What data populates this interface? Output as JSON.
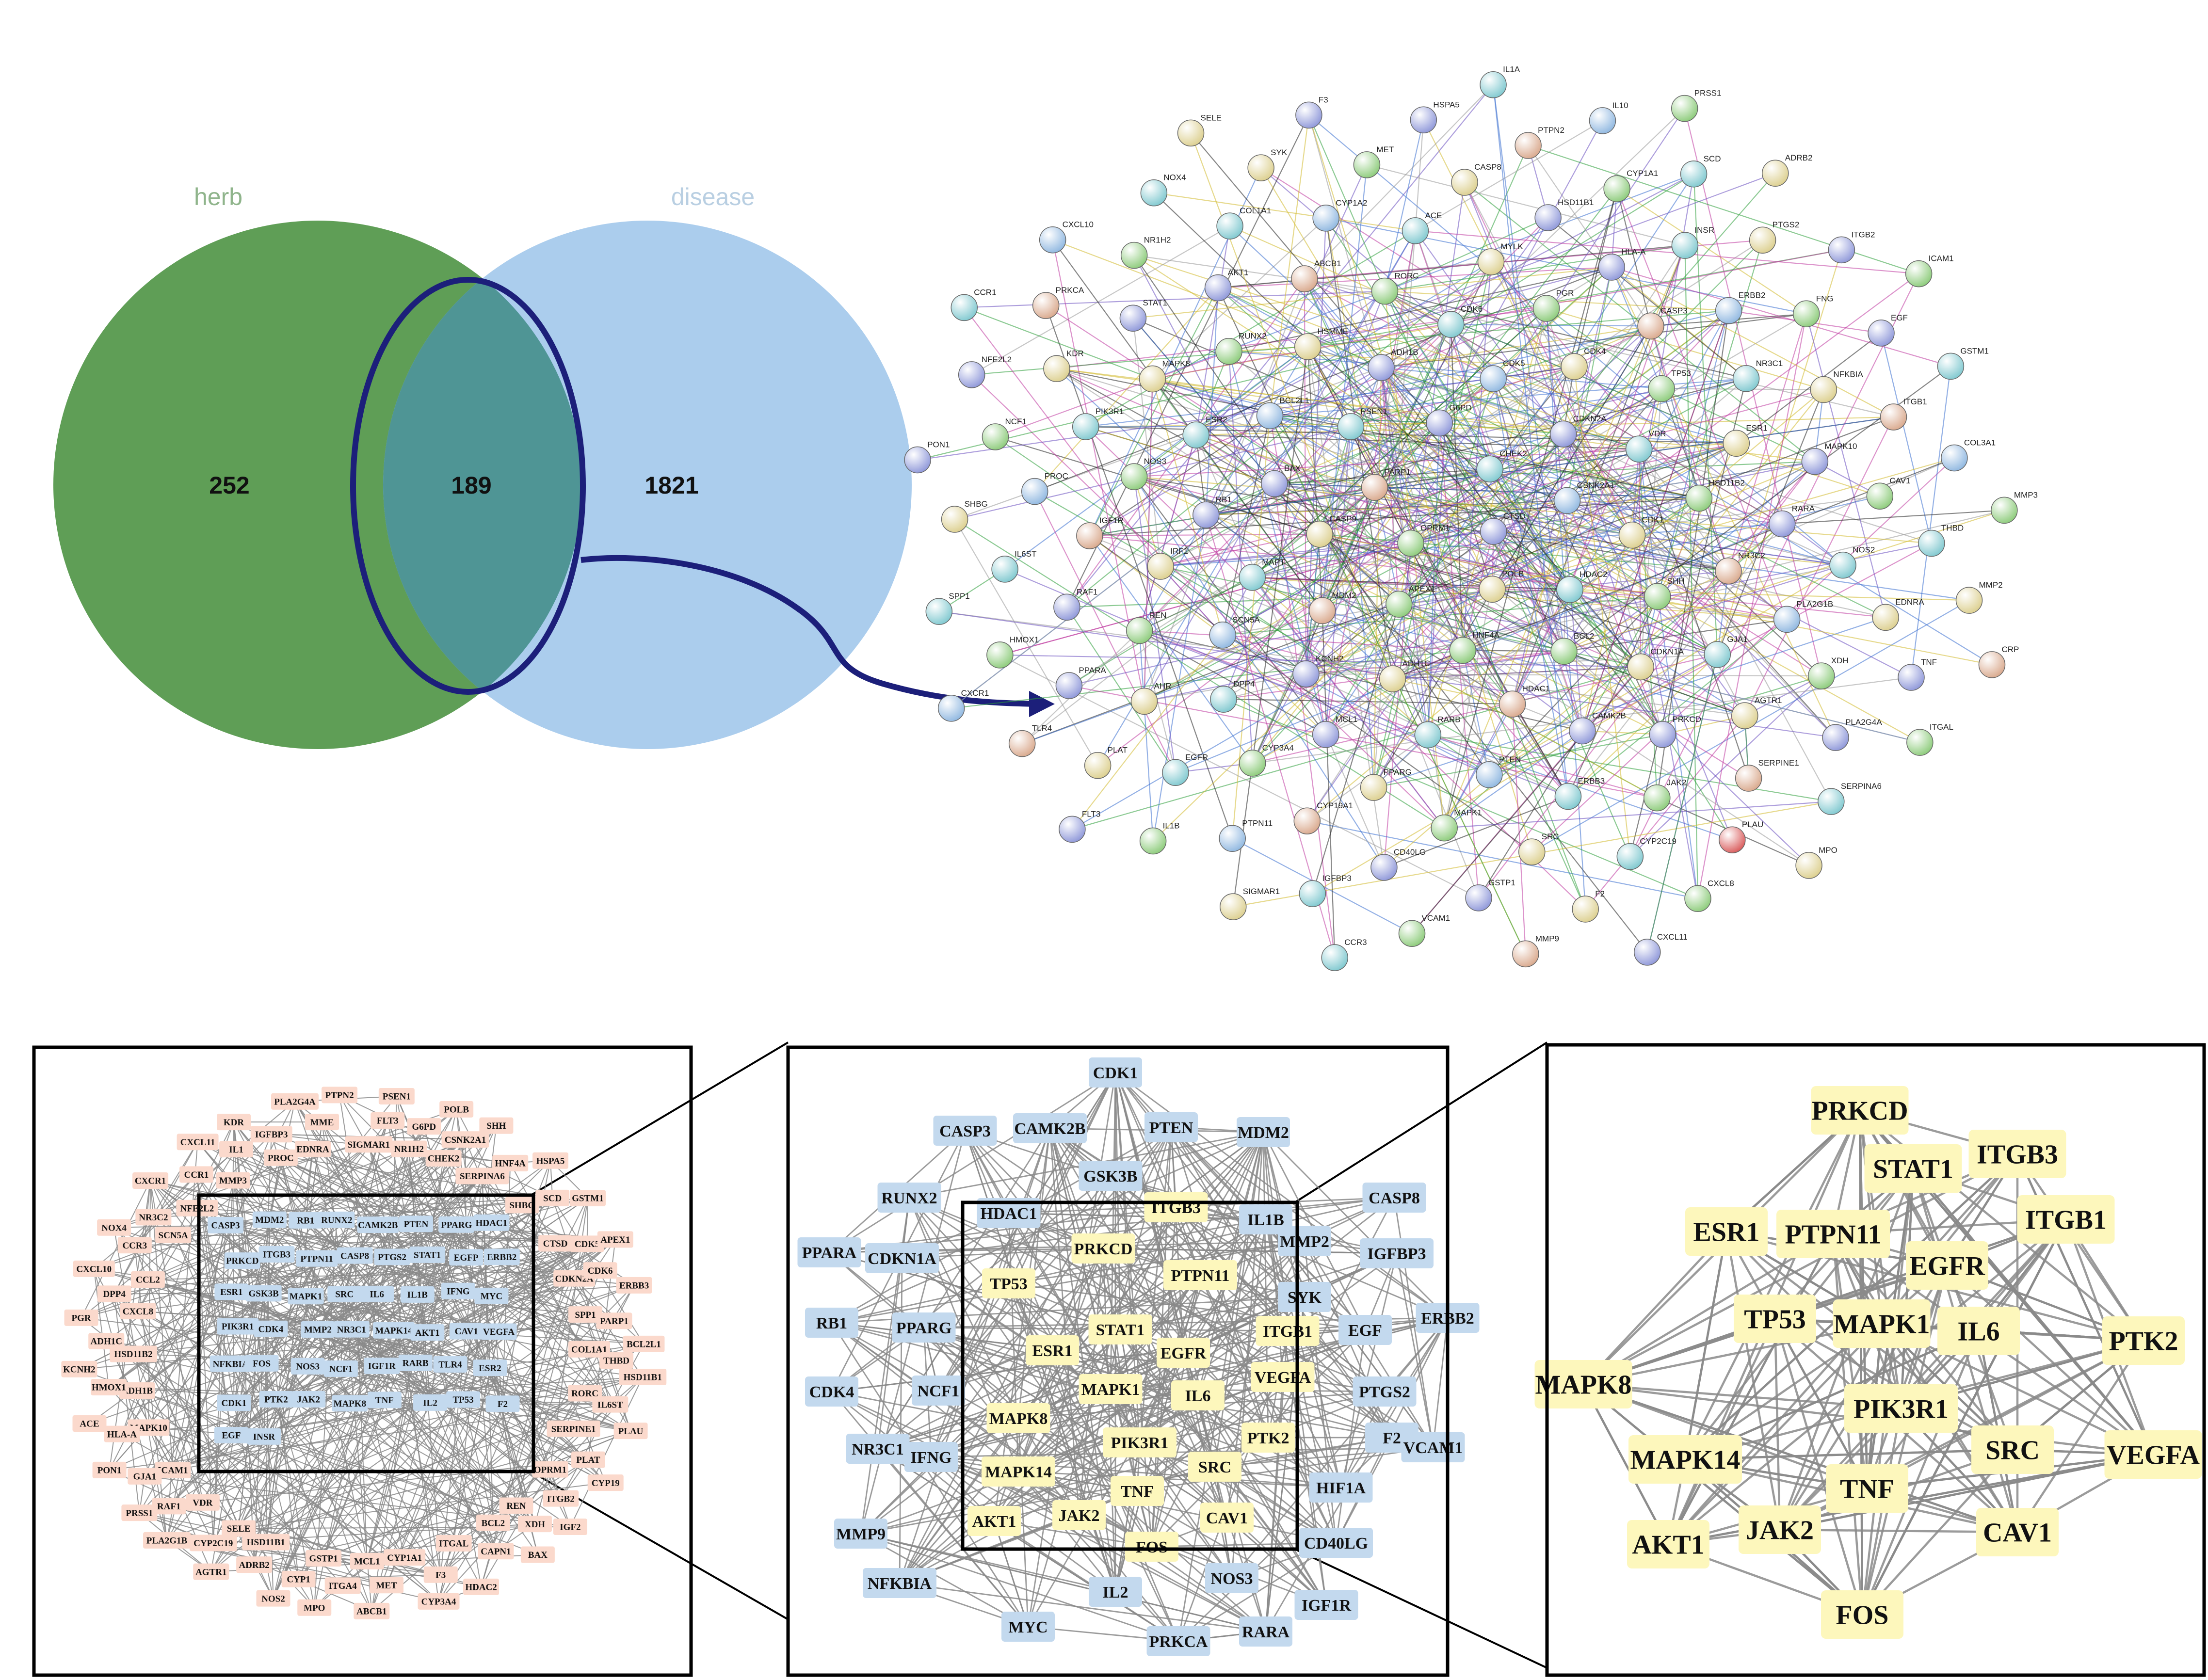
{
  "venn": {
    "left_label": "herb",
    "right_label": "disease",
    "left_only": "252",
    "overlap": "189",
    "right_only": "1821",
    "colors": {
      "left": "#5f9e56",
      "right": "#a8cbec",
      "overlap": "#4f9595",
      "outline": "#1c1f7a",
      "label_left": "#8fb48b",
      "label_right": "#b9cfe2"
    }
  },
  "string_network": {
    "labels": [
      "CTSD",
      "OPRM1",
      "CHEK2",
      "POLB",
      "PARP1",
      "CSNK2A1",
      "APEX1",
      "G6PD",
      "HDAC2",
      "CASP9",
      "CDKN2A",
      "HNF4A",
      "PSEN1",
      "CDK1",
      "MDM2",
      "CDK5",
      "BCL2",
      "BAX",
      "VDR",
      "ADH1C",
      "ADH1B",
      "SHH",
      "MAPT",
      "CDK4",
      "HDAC1",
      "BCL2L1",
      "HSD11B2",
      "KCNH2",
      "CDK6",
      "CDKN1A",
      "RB1",
      "TP53",
      "RARB",
      "HSMME",
      "NR3C2",
      "SCN5A",
      "PGR",
      "CAMK2B",
      "ESR2",
      "ESR1",
      "MCL1",
      "RORC",
      "GJA1",
      "IRF1",
      "CASP3",
      "PTEN",
      "RUNX2",
      "RARA",
      "DPP4",
      "MYLK",
      "PRKCD",
      "NOS3",
      "NR3C1",
      "PPARG",
      "ABCB1",
      "PLA2G1B",
      "REN",
      "HLA-A",
      "ERBB3",
      "MAPK8",
      "MAPK10",
      "CYP3A4",
      "ACE",
      "AGTR1",
      "IGF1R",
      "ERBB2",
      "MAPK1",
      "AKT1",
      "NOS2",
      "AHR",
      "HSD11B1",
      "JAK2",
      "PIK3R1",
      "NFKBIA",
      "CYP19A1",
      "CYP1A2",
      "XDH",
      "RAF1",
      "INSR",
      "SRC",
      "STAT1",
      "CAV1",
      "EGFR",
      "CASP8",
      "SERPINE1",
      "PROC",
      "FNG",
      "CD40LG",
      "COL1A1",
      "EDNRA",
      "PPARA",
      "CYP1A1",
      "CYP2C19",
      "KDR",
      "ITGB1",
      "PTPN11",
      "MET",
      "PLA2G4A",
      "IL6ST",
      "PTGS2",
      "GSTP1",
      "NR1H2",
      "THBD",
      "PLAT",
      "PTPN2",
      "PLAU",
      "NCF1",
      "EGF",
      "IGFBP3",
      "SYK",
      "TNF",
      "HMOX1",
      "SCD",
      "F2",
      "PRKCA",
      "COL3A1",
      "IL1B",
      "HSPA5",
      "SERPINA6",
      "SHBG",
      "ITGB2",
      "VCAM1",
      "NOX4",
      "MMP2",
      "TLR4",
      "IL10",
      "CXCL8",
      "NFE2L2",
      "GSTM1",
      "SIGMAR1",
      "F3",
      "ITGAL",
      "SPP1",
      "ADRB2",
      "MMP9",
      "CXCL10",
      "MMP3",
      "FLT3",
      "IL1A",
      "MPO",
      "PON1",
      "ICAM1",
      "CCR3",
      "SELE",
      "CRP",
      "CXCR1",
      "PRSS1",
      "CXCL11",
      "CCR1"
    ]
  },
  "cytoscape_full": {
    "core_labels": [
      "CASP3",
      "MDM2",
      "RB1",
      "RUNX2",
      "CAMK2B",
      "PTEN",
      "PPARG",
      "HDAC1",
      "PRKCD",
      "ITGB3",
      "PTPN11",
      "CASP8",
      "PTGS2",
      "STAT1",
      "EGFP",
      "ERBB2",
      "ESR1",
      "GSK3B",
      "MAPK1",
      "SRC",
      "IL6",
      "IL1B",
      "IFNG",
      "MYC",
      "PIK3R1",
      "CDK4",
      "MMP2",
      "NR3C1",
      "MAPK14",
      "AKT1",
      "CAV1",
      "VEGFA",
      "NFKBIA",
      "FOS",
      "NOS3",
      "NCF1",
      "IGF1R",
      "RARB",
      "TLR4",
      "ESR2",
      "CDK1",
      "PTK2",
      "JAK2",
      "MAPK8",
      "TNF",
      "IL2",
      "TP53",
      "F2",
      "EGF",
      "INSR"
    ],
    "outer_labels": [
      "SIGMAR1",
      "FLT3",
      "PSEN1",
      "NR1H2",
      "G6PD",
      "POLB",
      "CHEK2",
      "CSNK2A1",
      "SHH",
      "SERPINA6",
      "HNF4A",
      "HSPA5",
      "SHBG",
      "SCD",
      "GSTM1",
      "CTSD",
      "CDK5",
      "APEX1",
      "CDKN2A",
      "CDK6",
      "ERBB3",
      "SPP1",
      "PARP1",
      "BCL2L1",
      "COL1A1",
      "THBD",
      "HSD11B1",
      "RORC",
      "IL6ST",
      "PLAU",
      "SERPINE1",
      "PLAT",
      "CYP19",
      "OPRM1",
      "ITGB2",
      "IGF2",
      "REN",
      "XDH",
      "BAX",
      "BCL2",
      "CAPN1",
      "HDAC2",
      "ITGAL",
      "F3",
      "CYP3A4",
      "CYP1A1",
      "MET",
      "ABCB1",
      "MCL1",
      "ITGA4",
      "MPO",
      "GSTP1",
      "CYP1",
      "NOS2",
      "HSD11B1",
      "ADRB2",
      "AGTR1",
      "SELE",
      "CYP2C19",
      "PLA2G1B",
      "VDR",
      "RAF1",
      "PRSS1",
      "ICAM1",
      "GJA1",
      "PON1",
      "MAPK10",
      "HLA-A",
      "ACE",
      "ADH1B",
      "HMOX1",
      "KCNH2",
      "HSD11B2",
      "ADH1C",
      "PGR",
      "CXCL8",
      "DPP4",
      "CXCL10",
      "CCL2",
      "CCR3",
      "NOX4",
      "SCN5A",
      "NR3C2",
      "CXCR1",
      "NFE2L2",
      "CCR1",
      "CXCL11",
      "MMP3",
      "IL1",
      "KDR",
      "PROC",
      "IGFBP3",
      "PLA2G4A",
      "EDNRA",
      "MME",
      "PTPN2"
    ]
  },
  "cytoscape_mid": {
    "blue_labels": [
      "CDK1",
      "CASP3",
      "CAMK2B",
      "PTEN",
      "MDM2",
      "GSK3B",
      "RUNX2",
      "HDAC1",
      "IL1B",
      "CASP8",
      "PPARA",
      "CDKN1A",
      "MMP2",
      "IGFBP3",
      "SYK",
      "RB1",
      "PPARG",
      "EGF",
      "ERBB2",
      "CDK4",
      "NCF1",
      "PTGS2",
      "NR3C1",
      "IFNG",
      "F2",
      "VCAM1",
      "MMP9",
      "HIF1A",
      "CD40LG",
      "NFKBIA",
      "NOS3",
      "IGF1R",
      "MYC",
      "IL2",
      "PRKCA",
      "RARA"
    ],
    "yellow_labels": [
      "ITGB3",
      "PRKCD",
      "TP53",
      "PTPN11",
      "STAT1",
      "ITGB1",
      "ESR1",
      "EGFR",
      "VEGFA",
      "MAPK1",
      "IL6",
      "MAPK8",
      "PIK3R1",
      "PTK2",
      "MAPK14",
      "SRC",
      "TNF",
      "AKT1",
      "JAK2",
      "CAV1",
      "FOS"
    ]
  },
  "cytoscape_core": {
    "labels": [
      "PRKCD",
      "STAT1",
      "ITGB3",
      "ESR1",
      "PTPN11",
      "ITGB1",
      "EGFR",
      "TP53",
      "MAPK1",
      "IL6",
      "PTK2",
      "MAPK8",
      "PIK3R1",
      "SRC",
      "VEGFA",
      "MAPK14",
      "TNF",
      "AKT1",
      "JAK2",
      "CAV1",
      "FOS"
    ]
  },
  "colors": {
    "node_blue": "#c3d9ee",
    "node_yellow": "#fdf7bc",
    "node_salmon": "#fbd9cc",
    "edge_gray": "#8a8a8a",
    "arrow_navy": "#1c1f7a"
  }
}
